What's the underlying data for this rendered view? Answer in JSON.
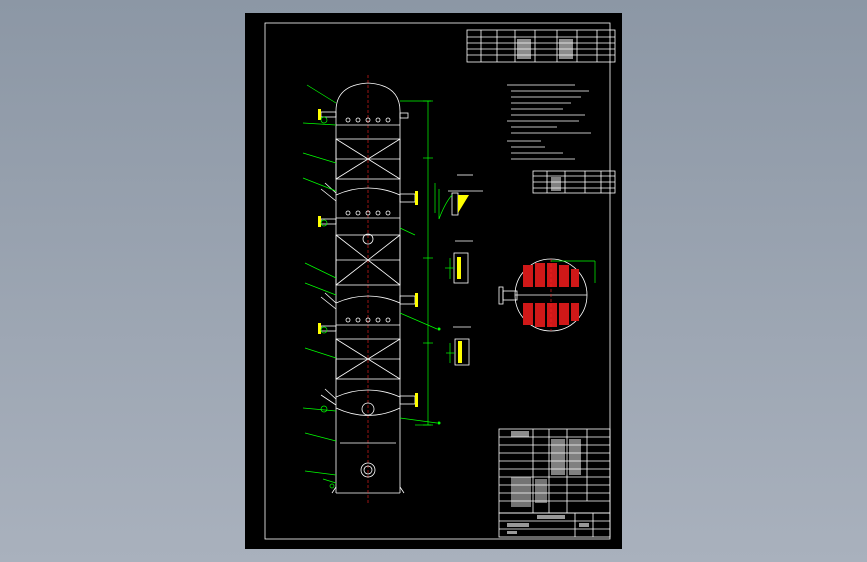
{
  "colors": {
    "background": "#9aa3b0",
    "sheet": "#000000",
    "outline": "#ffffff",
    "dimension": "#00ff00",
    "section_hatch": "#ff2020",
    "centerline": "#ff2020",
    "nozzle_fill": "#ffff00"
  },
  "icons": [
    "tower-vessel-drawing",
    "detail-view",
    "tray-plan-view"
  ]
}
